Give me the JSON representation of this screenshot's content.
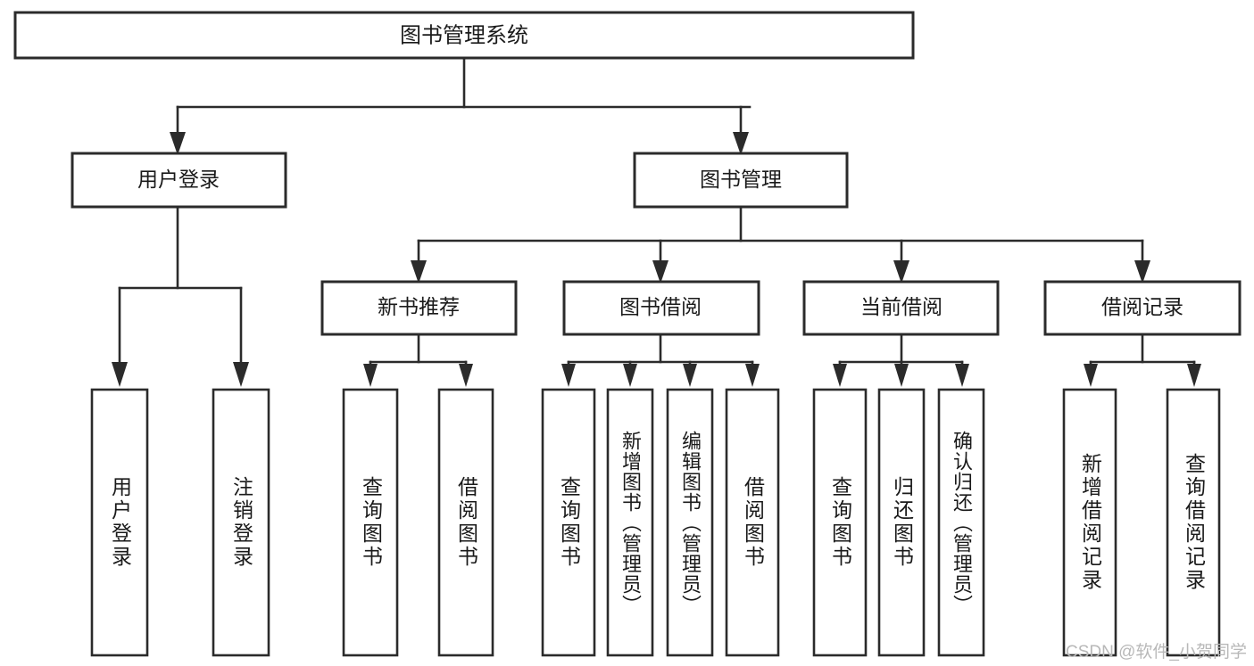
{
  "diagram": {
    "type": "tree-hierarchy",
    "title": "图书管理系统",
    "watermark": "CSDN @软件_小贺同学",
    "colors": {
      "stroke": "#2b2b2b",
      "fill": "#ffffff",
      "text": "#1a1a1a",
      "watermark": "#b8b8b8",
      "background": "#ffffff"
    },
    "levels": {
      "root": {
        "label": "图书管理系统"
      },
      "level2": [
        {
          "label": "用户登录"
        },
        {
          "label": "图书管理"
        }
      ],
      "level3": [
        {
          "label": "新书推荐"
        },
        {
          "label": "图书借阅"
        },
        {
          "label": "当前借阅"
        },
        {
          "label": "借阅记录"
        }
      ],
      "leaves": {
        "user_login": [
          {
            "label": "用户登录"
          },
          {
            "label": "注销登录"
          }
        ],
        "new_book_recommend": [
          {
            "label": "查询图书"
          },
          {
            "label": "借阅图书"
          }
        ],
        "book_borrow": [
          {
            "label": "查询图书"
          },
          {
            "label": "新增图书（管理员）"
          },
          {
            "label": "编辑图书（管理员）"
          },
          {
            "label": "借阅图书"
          }
        ],
        "current_borrow": [
          {
            "label": "查询图书"
          },
          {
            "label": "归还图书"
          },
          {
            "label": "确认归还（管理员）"
          }
        ],
        "borrow_record": [
          {
            "label": "新增借阅记录"
          },
          {
            "label": "查询借阅记录"
          }
        ]
      }
    }
  }
}
